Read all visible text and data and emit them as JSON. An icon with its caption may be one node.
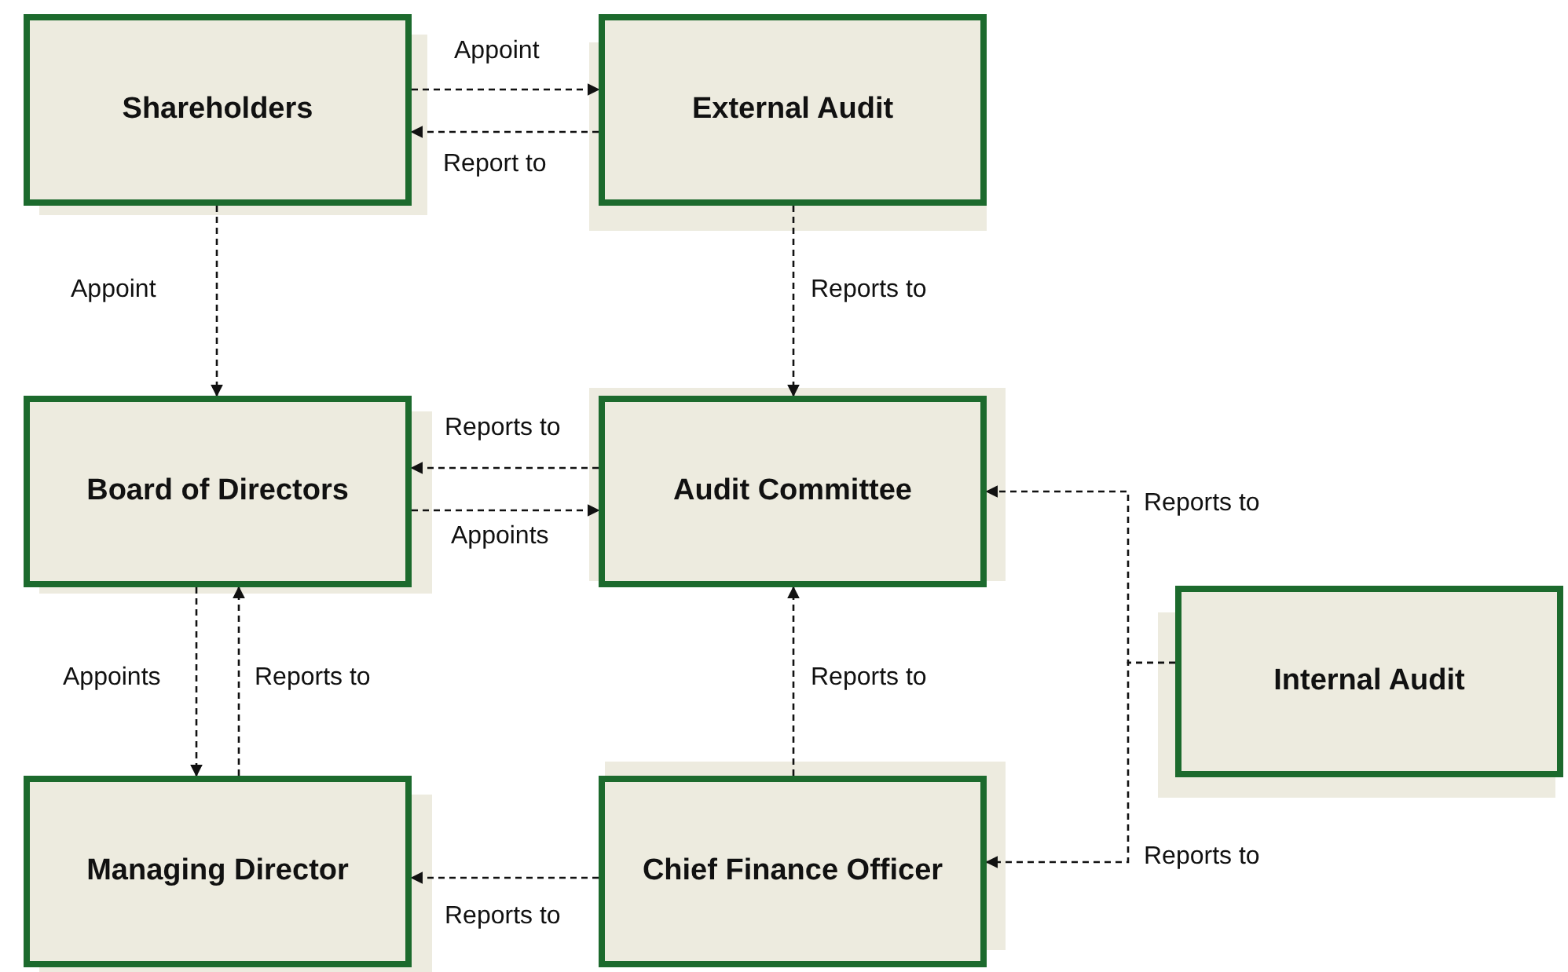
{
  "diagram": {
    "nodes": [
      {
        "text": [
          "Shareholders"
        ]
      },
      {
        "text": [
          "External Audit"
        ]
      },
      {
        "text": [
          "Board of Directors"
        ]
      },
      {
        "text": [
          "Audit Committee"
        ]
      },
      {
        "text": [
          "Internal Audit"
        ]
      },
      {
        "text": [
          "Managing Director"
        ]
      },
      {
        "text": [
          "Chief Finance Officer"
        ]
      }
    ],
    "edges": [
      {
        "from": 0,
        "to": 1,
        "arrow": "to",
        "label": "Appoint",
        "style": "dashed"
      },
      {
        "from": 1,
        "to": 0,
        "arrow": "to",
        "label": "Report to",
        "style": "dashed"
      },
      {
        "from": 0,
        "to": 2,
        "arrow": "to",
        "label": "Appoint",
        "style": "dashed"
      },
      {
        "from": 1,
        "to": 3,
        "arrow": "to",
        "label": "Reports to",
        "style": "dashed"
      },
      {
        "from": 3,
        "to": 2,
        "arrow": "to",
        "label": "Reports to",
        "style": "dashed"
      },
      {
        "from": 2,
        "to": 3,
        "arrow": "to",
        "label": "Appoints",
        "style": "dashed"
      },
      {
        "from": 2,
        "to": 5,
        "arrow": "to",
        "label": "Appoints",
        "style": "dashed"
      },
      {
        "from": 5,
        "to": 2,
        "arrow": "to",
        "label": "Reports to",
        "style": "dashed"
      },
      {
        "from": 6,
        "to": 3,
        "arrow": "to",
        "label": "Reports to",
        "style": "dashed"
      },
      {
        "from": 6,
        "to": 5,
        "arrow": "to",
        "label": "Reports to",
        "style": "dashed"
      },
      {
        "from": 4,
        "to": 3,
        "arrow": "to",
        "label": "Reports to",
        "style": "dashed"
      },
      {
        "from": 4,
        "to": 6,
        "arrow": "to",
        "label": "Reports to",
        "style": "dashed"
      }
    ]
  }
}
